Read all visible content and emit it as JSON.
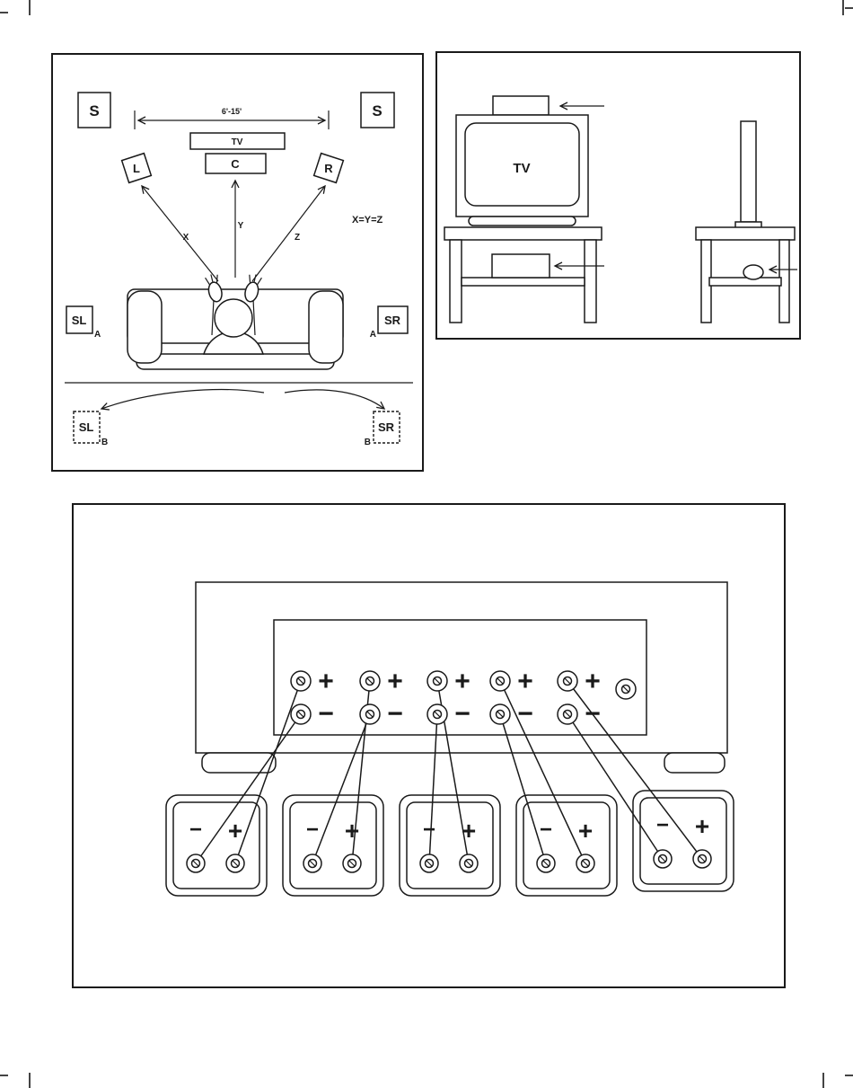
{
  "placement": {
    "s_left": "S",
    "s_right": "S",
    "distance": "6'-15'",
    "tv": "TV",
    "center": "C",
    "left": "L",
    "right": "R",
    "sl": "SL",
    "sr": "SR",
    "sl_b": "SL",
    "sr_b": "SR",
    "a_left": "A",
    "a_right": "A",
    "b_left": "B",
    "b_right": "B",
    "x": "X",
    "y": "Y",
    "z": "Z",
    "equation": "X=Y=Z"
  },
  "tv_setup": {
    "tv": "TV"
  },
  "wiring": {
    "plus": "+",
    "minus": "−"
  },
  "colors": {
    "ink": "#1a1a1a",
    "paper": "#ffffff"
  }
}
